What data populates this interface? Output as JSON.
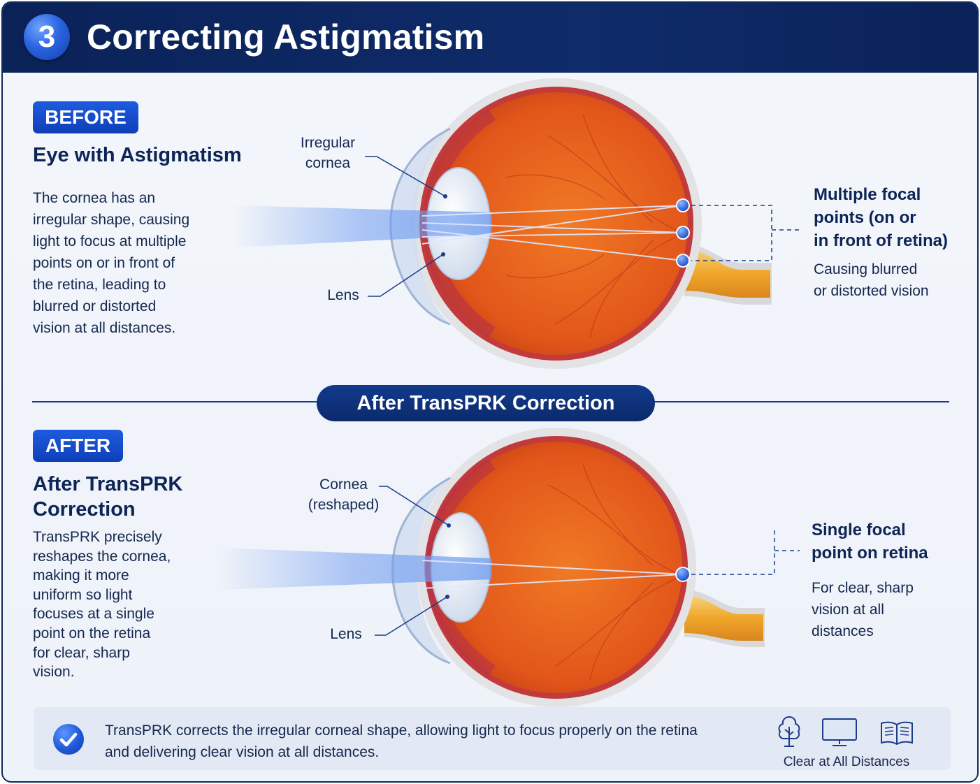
{
  "header": {
    "step_number": "3",
    "title": "Correcting Astigmatism"
  },
  "before": {
    "badge": "BEFORE",
    "heading": "Eye with Astigmatism",
    "description_lines": [
      "The cornea has an",
      "irregular shape, causing",
      "light to focus at multiple",
      "points on or in front of",
      "the retina, leading to",
      "blurred or distorted",
      "vision at all distances."
    ],
    "label_cornea_lines": [
      "Irregular",
      "cornea"
    ],
    "label_lens": "Lens",
    "result_heading_lines": [
      "Multiple focal",
      "points (on or",
      "in front of retina)"
    ],
    "result_text_lines": [
      "Causing blurred",
      "or distorted vision"
    ]
  },
  "divider_label": "After TransPRK Correction",
  "after": {
    "badge": "AFTER",
    "heading_lines": [
      "After TransPRK",
      "Correction"
    ],
    "description_lines": [
      "TransPRK precisely",
      "reshapes the cornea,",
      "making it more",
      "uniform so light",
      "focuses at a single",
      "point on the retina",
      "for clear, sharp",
      "vision."
    ],
    "label_cornea_lines": [
      "Cornea",
      "(reshaped)"
    ],
    "label_lens": "Lens",
    "result_heading_lines": [
      "Single focal",
      "point on retina"
    ],
    "result_text_lines": [
      "For clear, sharp",
      "vision at all",
      "distances"
    ]
  },
  "summary": {
    "text_lines": [
      "TransPRK corrects the irregular corneal shape, allowing light to focus properly on the retina",
      "and delivering clear vision at all distances."
    ],
    "icons": [
      "tree-icon",
      "monitor-icon",
      "book-icon"
    ],
    "icons_label": "Clear at All Distances"
  },
  "colors": {
    "header_bg": "#0b2258",
    "accent_blue": "#1e5be0",
    "eye_orange": "#e8641a",
    "optic_nerve": "#f2b13a"
  }
}
